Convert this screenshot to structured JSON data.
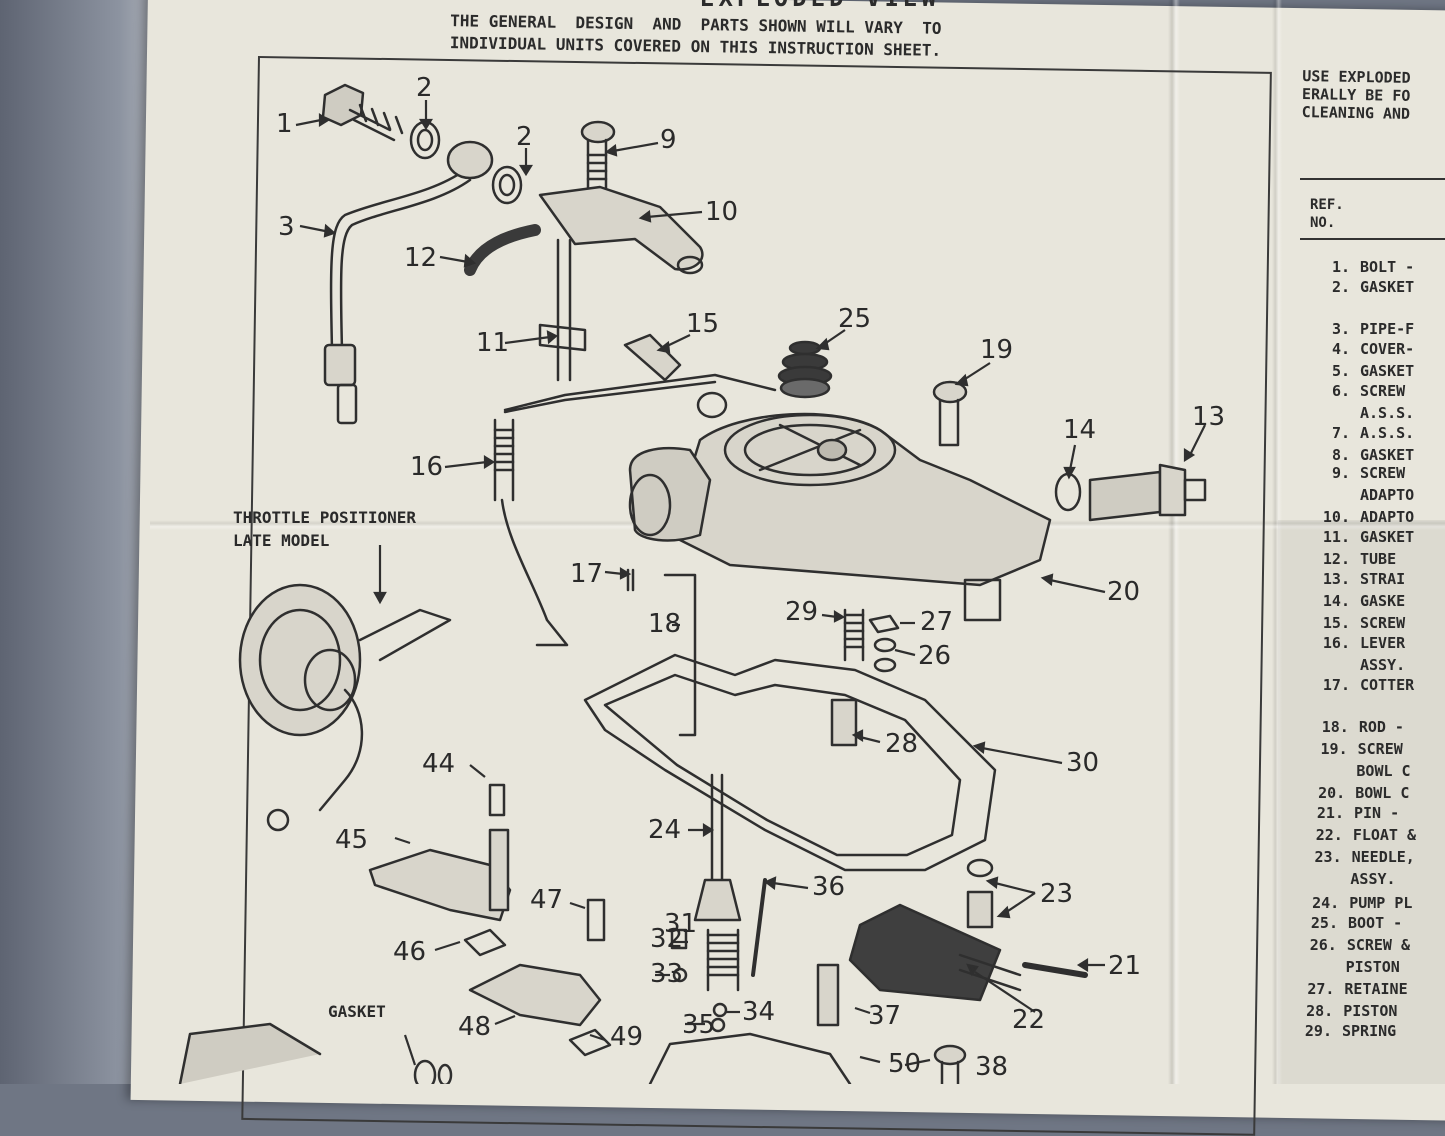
{
  "title": "EXPLODED VIEW",
  "intro": "THE GENERAL  DESIGN  AND  PARTS SHOWN WILL VARY  TO\nINDIVIDUAL UNITS COVERED ON THIS INSTRUCTION SHEET.",
  "use_note": "USE EXPLODED\nERALLY BE FO\nCLEANING AND",
  "ref_header": "REF.\nNO.",
  "callouts": {
    "throttle_positioner": "THROTTLE POSITIONER",
    "late_model": "LATE MODEL",
    "gasket": "GASKET"
  },
  "part_labels": [
    "1",
    "2",
    "2",
    "3",
    "9",
    "10",
    "12",
    "11",
    "15",
    "25",
    "19",
    "14",
    "13",
    "16",
    "17",
    "18",
    "29",
    "27",
    "26",
    "20",
    "28",
    "30",
    "24",
    "36",
    "23",
    "21",
    "22",
    "31",
    "32",
    "33",
    "34",
    "35",
    "37",
    "38",
    "44",
    "45",
    "47",
    "46",
    "48",
    "49",
    "50"
  ],
  "parts_list": [
    {
      "no": "1.",
      "desc": "BOLT -"
    },
    {
      "no": "2.",
      "desc": "GASKET"
    },
    {
      "no": "3.",
      "desc": "PIPE-F"
    },
    {
      "no": "4.",
      "desc": "COVER-"
    },
    {
      "no": "5.",
      "desc": "GASKET"
    },
    {
      "no": "6.",
      "desc": "SCREW"
    },
    {
      "no": "",
      "desc": "A.S.S."
    },
    {
      "no": "7.",
      "desc": "A.S.S."
    },
    {
      "no": "8.",
      "desc": "GASKET"
    },
    {
      "no": "9.",
      "desc": "SCREW"
    },
    {
      "no": "",
      "desc": "ADAPTO"
    },
    {
      "no": "10.",
      "desc": "ADAPTO"
    },
    {
      "no": "11.",
      "desc": "GASKET"
    },
    {
      "no": "12.",
      "desc": "TUBE"
    },
    {
      "no": "13.",
      "desc": "STRAI"
    },
    {
      "no": "14.",
      "desc": "GASKE"
    },
    {
      "no": "15.",
      "desc": "SCREW"
    },
    {
      "no": "16.",
      "desc": "LEVER"
    },
    {
      "no": "",
      "desc": "ASSY."
    },
    {
      "no": "17.",
      "desc": "COTTER"
    },
    {
      "no": "18.",
      "desc": "ROD -"
    },
    {
      "no": "19.",
      "desc": "SCREW"
    },
    {
      "no": "",
      "desc": "BOWL C"
    },
    {
      "no": "20.",
      "desc": "BOWL C"
    },
    {
      "no": "21.",
      "desc": "PIN -"
    },
    {
      "no": "22.",
      "desc": "FLOAT &"
    },
    {
      "no": "23.",
      "desc": "NEEDLE,"
    },
    {
      "no": "",
      "desc": "ASSY."
    },
    {
      "no": "24.",
      "desc": "PUMP PL"
    },
    {
      "no": "25.",
      "desc": "BOOT -"
    },
    {
      "no": "26.",
      "desc": "SCREW &"
    },
    {
      "no": "",
      "desc": "PISTON"
    },
    {
      "no": "27.",
      "desc": "RETAINE"
    },
    {
      "no": "28.",
      "desc": "PISTON"
    },
    {
      "no": "29.",
      "desc": "SPRING"
    }
  ]
}
